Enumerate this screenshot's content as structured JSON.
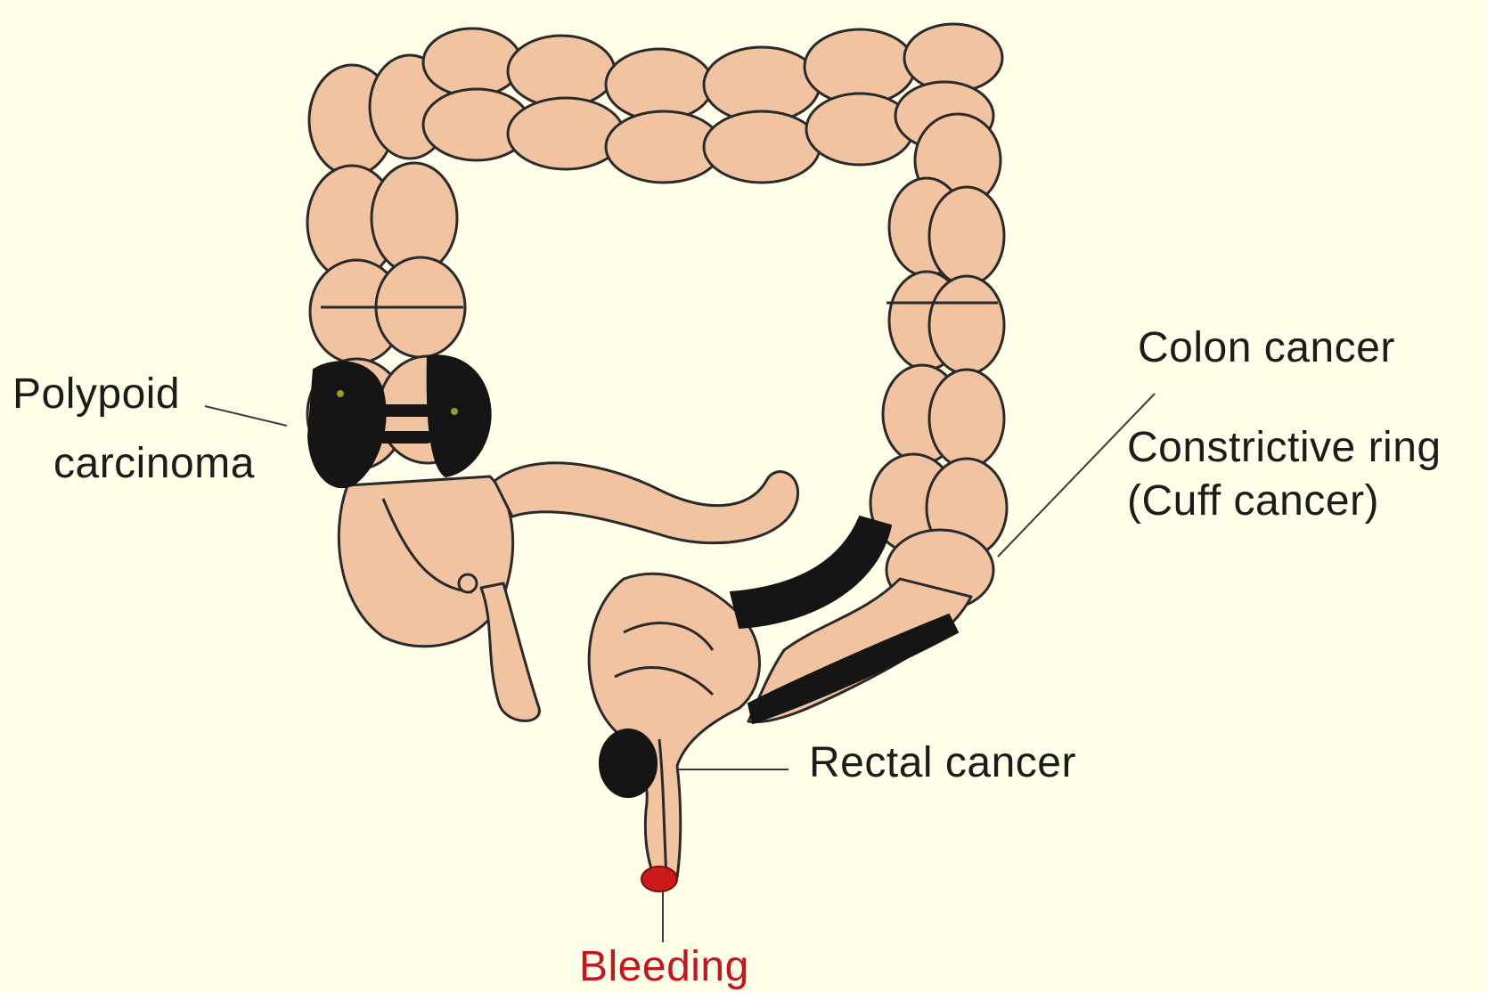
{
  "labels": {
    "polypoid_line1": "Polypoid",
    "polypoid_line2": "carcinoma",
    "colon_cancer": "Colon cancer",
    "constrictive_line1": "Constrictive ring",
    "constrictive_line2": "(Cuff cancer)",
    "rectal_cancer": "Rectal cancer",
    "bleeding": "Bleeding"
  },
  "colors": {
    "background": "#fefee9",
    "tissue": "#f2c3a0",
    "outline": "#2a2a2a",
    "tumor": "#151515",
    "bleeding": "#cc1a1a"
  }
}
